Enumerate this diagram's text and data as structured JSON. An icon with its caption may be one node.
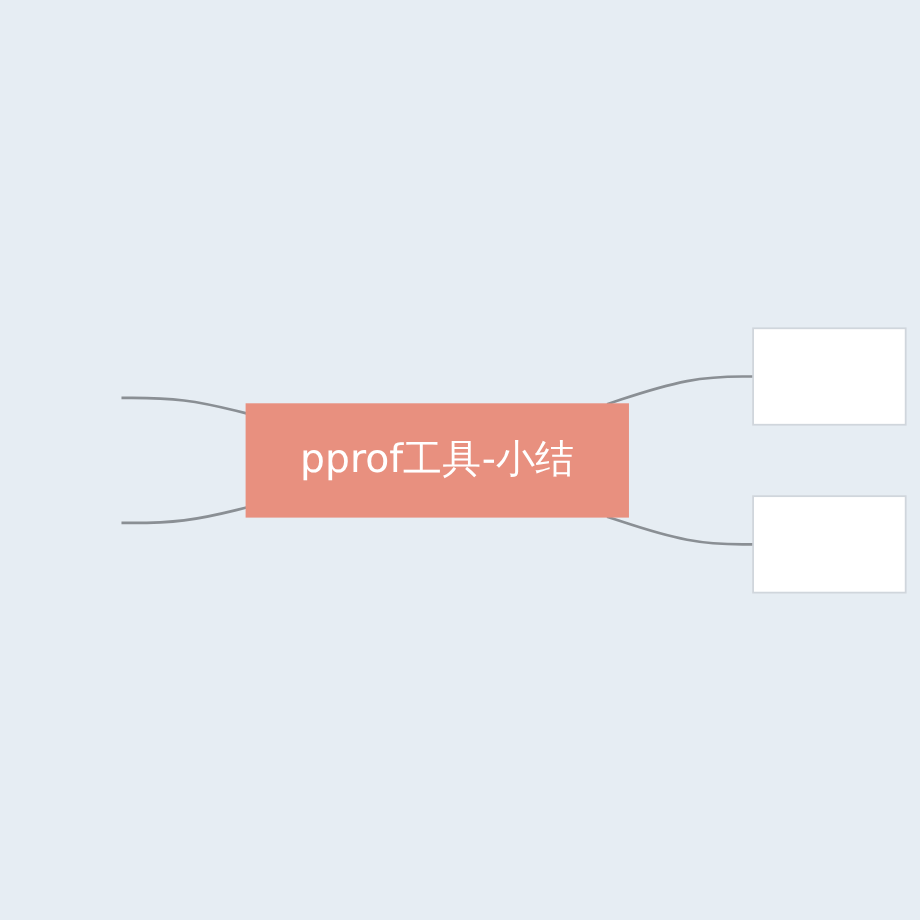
{
  "diagram": {
    "nodes": [
      {
        "text": [
          "pprof工具-小结"
        ]
      },
      {
        "text": [],
        "shape": "box"
      },
      {
        "text": [],
        "shape": "box"
      }
    ],
    "edges": [
      {
        "from": null,
        "to": 0,
        "arrow": "none"
      },
      {
        "from": null,
        "to": 0,
        "arrow": "none"
      },
      {
        "from": 0,
        "to": 1,
        "arrow": "none"
      },
      {
        "from": 0,
        "to": 2,
        "arrow": "none"
      }
    ]
  }
}
